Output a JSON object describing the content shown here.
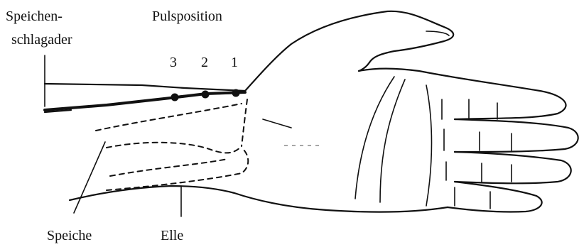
{
  "labels": {
    "radial_artery_line1": "Speichen-",
    "radial_artery_line2": "schlagader",
    "pulse_position": "Pulsposition",
    "radius": "Speiche",
    "ulna": "Elle"
  },
  "pulse_points": [
    "3",
    "2",
    "1"
  ]
}
